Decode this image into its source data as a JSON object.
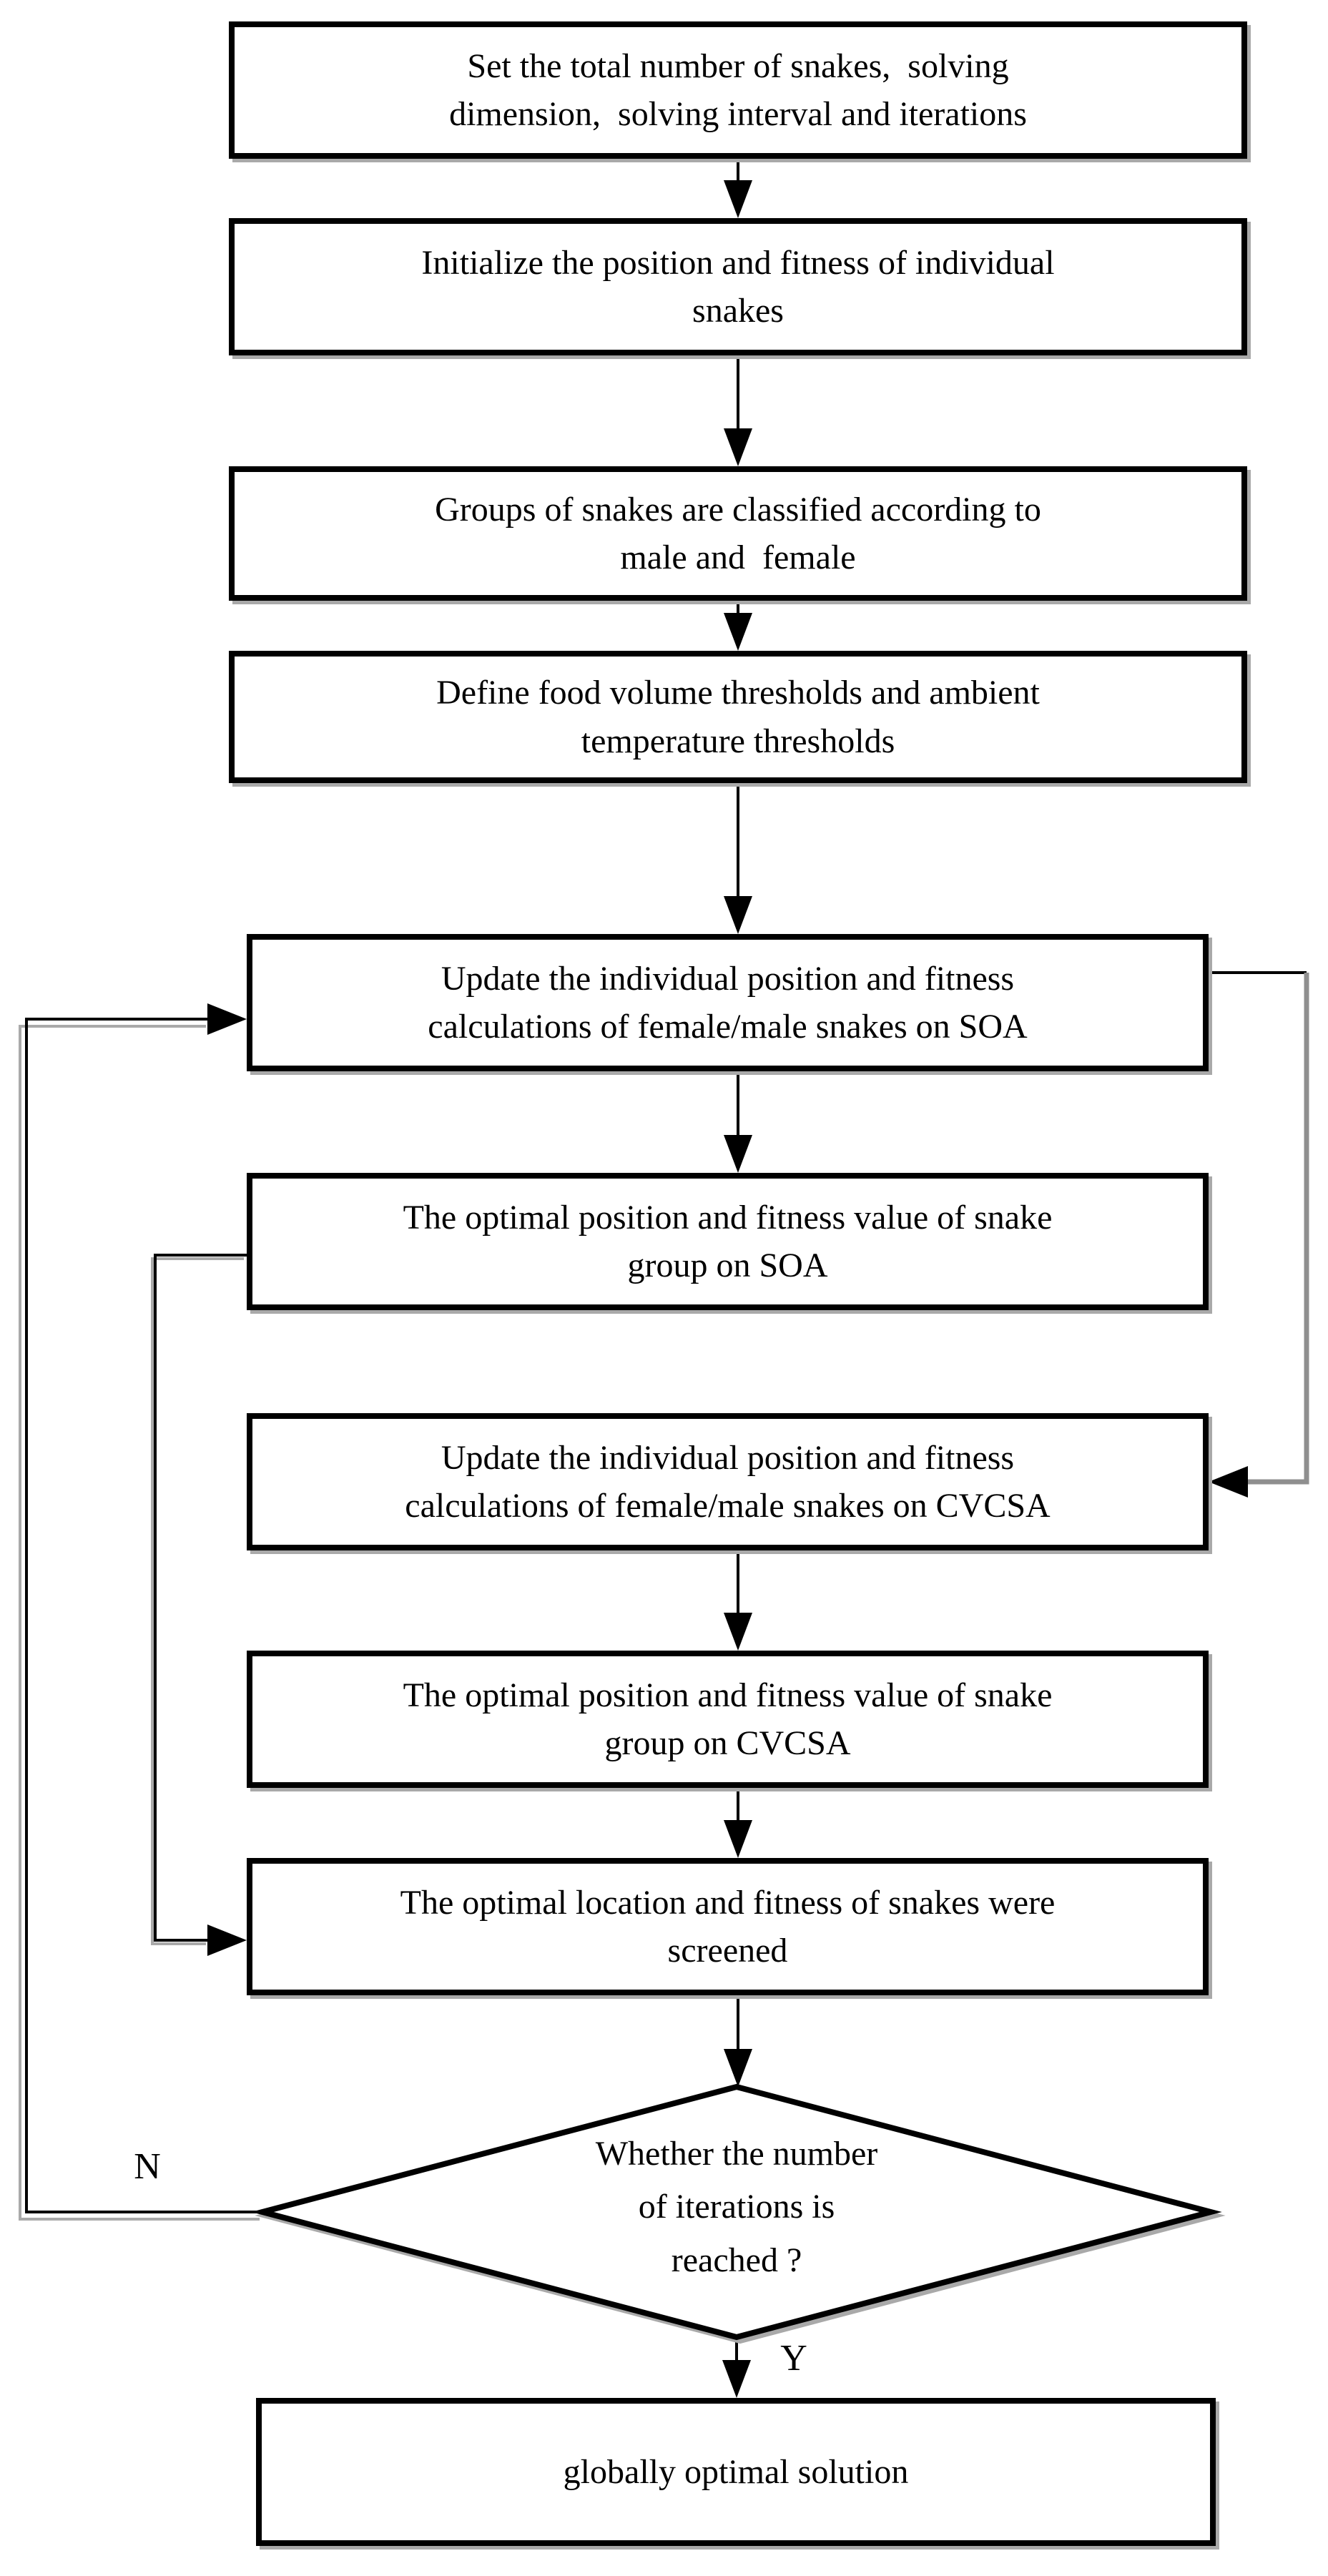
{
  "figure": {
    "background": "#ffffff",
    "line_color": "#000000",
    "loop_line_gray": "#8f8f8f",
    "shadow_color": "#a9a9a9",
    "text_color": "#000000"
  },
  "nodes": [
    {
      "id": "set-parameters",
      "type": "process",
      "lines": [
        "Set the total number of snakes,  solving",
        "dimension,  solving interval and iterations"
      ]
    },
    {
      "id": "initialize",
      "type": "process",
      "lines": [
        "Initialize the position and fitness of individual",
        "snakes"
      ]
    },
    {
      "id": "classify-groups",
      "type": "process",
      "lines": [
        "Groups of snakes are classified according to",
        "male and  female"
      ]
    },
    {
      "id": "define-thresholds",
      "type": "process",
      "lines": [
        "Define food volume thresholds and ambient",
        "temperature thresholds"
      ]
    },
    {
      "id": "update-soa",
      "type": "process",
      "lines": [
        "Update the individual position and fitness",
        "calculations of female/male snakes on SOA"
      ]
    },
    {
      "id": "optimal-soa",
      "type": "process",
      "lines": [
        "The optimal position and fitness value of snake",
        "group on SOA"
      ]
    },
    {
      "id": "update-cvcsa",
      "type": "process",
      "lines": [
        "Update the individual position and fitness",
        "calculations of female/male snakes on CVCSA"
      ]
    },
    {
      "id": "optimal-cvcsa",
      "type": "process",
      "lines": [
        "The optimal position and fitness value of snake",
        "group on CVCSA"
      ]
    },
    {
      "id": "screen-optimal",
      "type": "process",
      "lines": [
        "The optimal location and fitness of snakes were",
        "screened"
      ]
    },
    {
      "id": "iteration-check",
      "type": "decision",
      "lines": [
        "Whether the number",
        "of iterations is",
        "reached ?"
      ]
    },
    {
      "id": "global-optimum",
      "type": "terminal",
      "lines": [
        "globally optimal solution"
      ]
    }
  ],
  "edge_labels": {
    "no": "N",
    "yes": "Y"
  },
  "edges": [
    {
      "from": "set-parameters",
      "to": "initialize"
    },
    {
      "from": "initialize",
      "to": "classify-groups"
    },
    {
      "from": "classify-groups",
      "to": "define-thresholds"
    },
    {
      "from": "define-thresholds",
      "to": "update-soa"
    },
    {
      "from": "update-soa",
      "to": "optimal-soa"
    },
    {
      "from": "update-soa",
      "to": "update-cvcsa",
      "route": "right-outer"
    },
    {
      "from": "update-cvcsa",
      "to": "optimal-cvcsa"
    },
    {
      "from": "optimal-cvcsa",
      "to": "screen-optimal"
    },
    {
      "from": "optimal-soa",
      "to": "screen-optimal",
      "route": "left-inner"
    },
    {
      "from": "screen-optimal",
      "to": "iteration-check"
    },
    {
      "from": "iteration-check",
      "to": "update-soa",
      "label": "N",
      "route": "left-outer"
    },
    {
      "from": "iteration-check",
      "to": "global-optimum",
      "label": "Y"
    }
  ]
}
